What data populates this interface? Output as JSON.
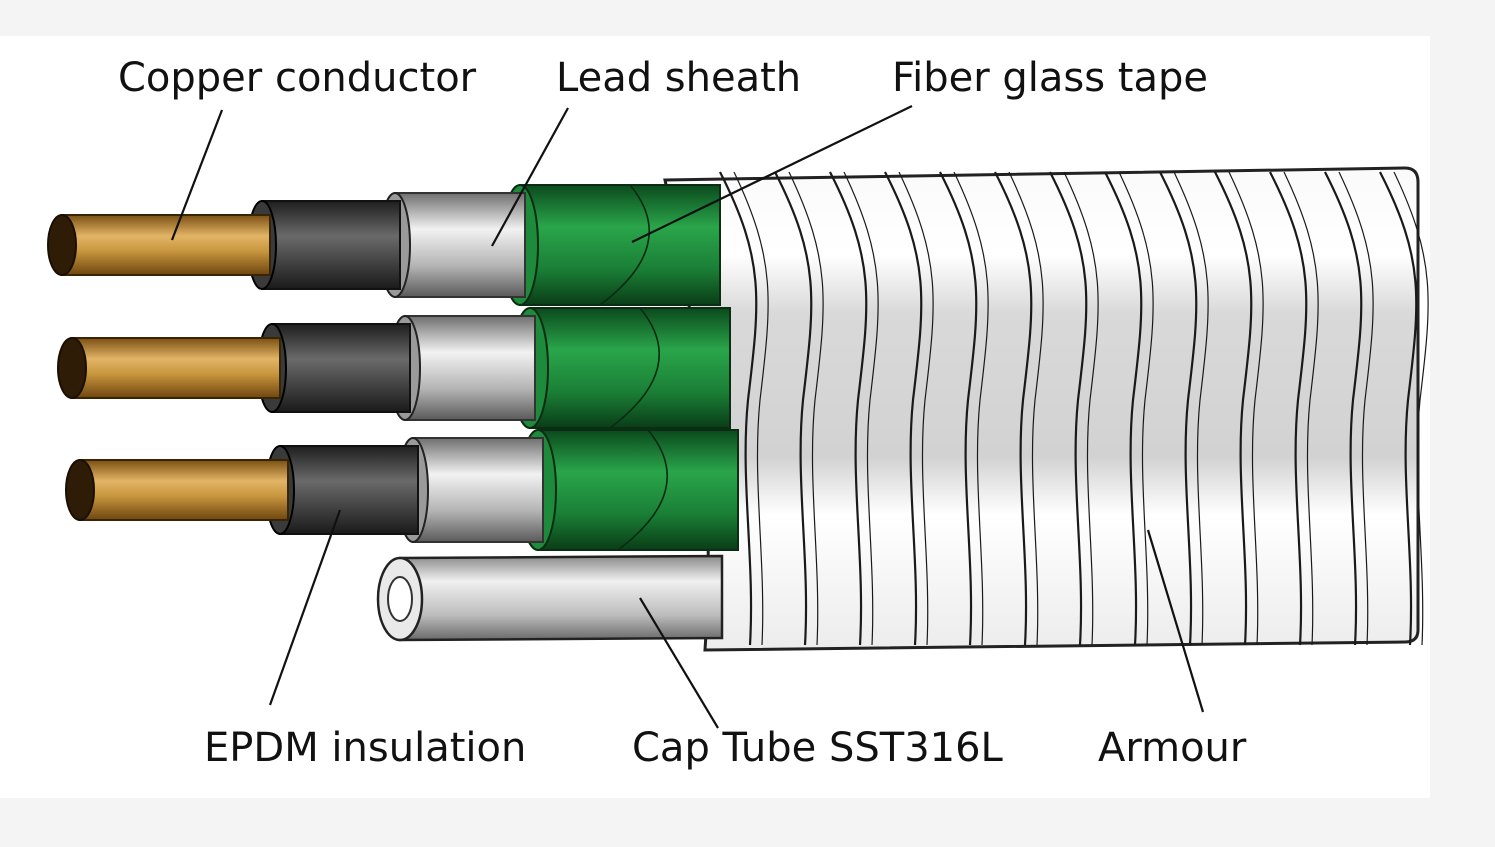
{
  "labels": {
    "copper_conductor": "Copper conductor",
    "lead_sheath": "Lead sheath",
    "fiber_glass_tape": "Fiber glass tape",
    "epdm_insulation": "EPDM insulation",
    "cap_tube": "Cap Tube SST316L",
    "armour": "Armour"
  },
  "colors": {
    "copper": "#c8963e",
    "epdm": "#4a4a4a",
    "lead": "#bdbdbd",
    "fiber_glass": "#1f8f3a",
    "armour": "#e6e6e6",
    "cap_tube": "#d0d0d0"
  }
}
